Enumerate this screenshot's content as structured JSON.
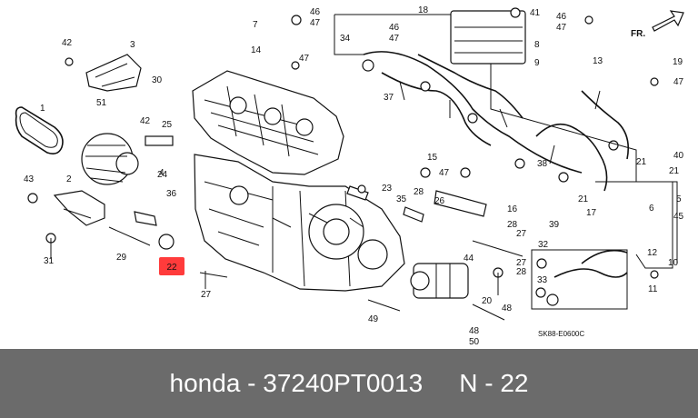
{
  "diagram": {
    "code": "SK88-E0600C",
    "direction_label": "FR.",
    "highlighted_label": "22",
    "labels": [
      "1",
      "2",
      "3",
      "4",
      "5",
      "6",
      "7",
      "8",
      "9",
      "10",
      "11",
      "12",
      "13",
      "14",
      "15",
      "16",
      "17",
      "18",
      "19",
      "20",
      "21",
      "21",
      "21",
      "22",
      "23",
      "24",
      "25",
      "26",
      "27",
      "27",
      "27",
      "28",
      "28",
      "28",
      "29",
      "30",
      "31",
      "32",
      "33",
      "34",
      "35",
      "36",
      "37",
      "38",
      "39",
      "40",
      "41",
      "42",
      "42",
      "43",
      "44",
      "45",
      "46",
      "46",
      "46",
      "47",
      "47",
      "47",
      "47",
      "47",
      "47",
      "48",
      "48",
      "49",
      "50",
      "51"
    ]
  },
  "banner": {
    "brand": "honda - 37240PT0013",
    "ref": "N - 22"
  },
  "colors": {
    "highlight": "#ff3b3b",
    "banner": "#6b6b6b"
  }
}
